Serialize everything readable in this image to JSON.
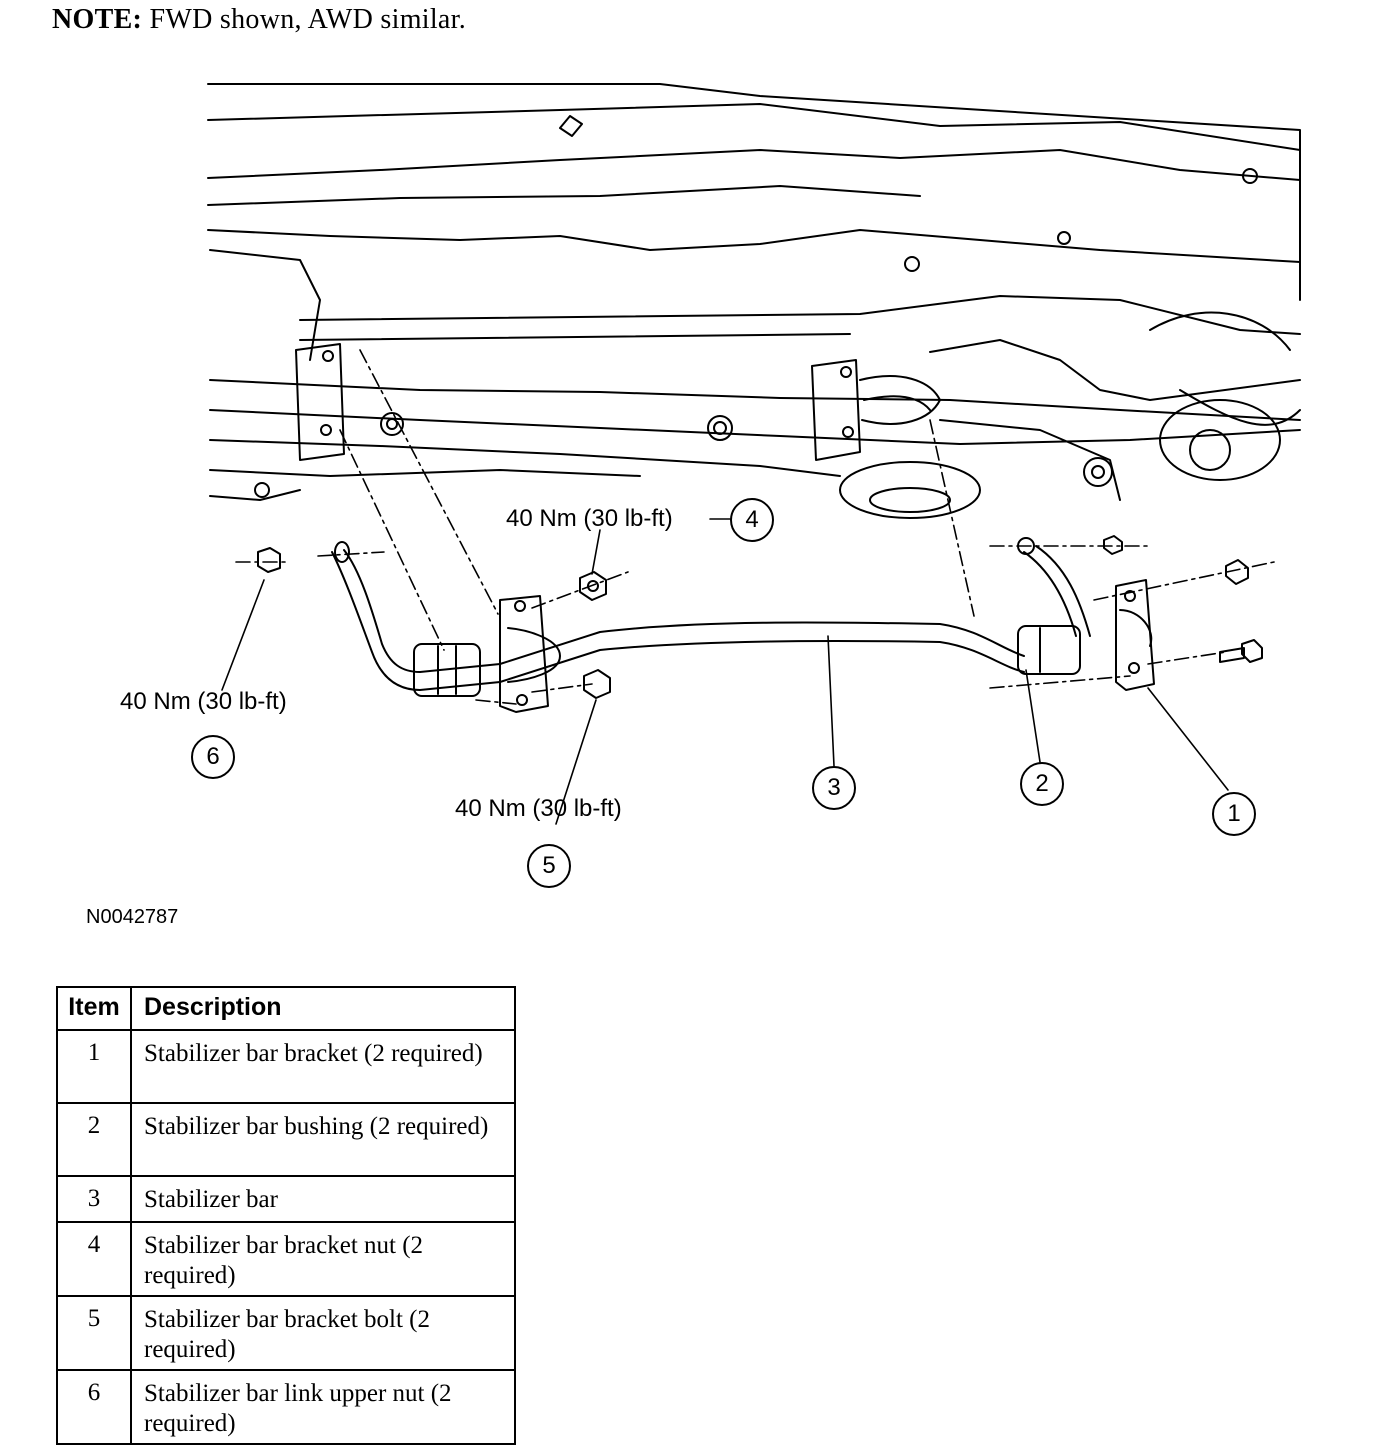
{
  "note": {
    "label": "NOTE:",
    "text": "FWD shown, AWD similar."
  },
  "figure": {
    "code": "N0042787",
    "torque_labels": [
      {
        "id": "t4",
        "text": "40 Nm (30 lb-ft)"
      },
      {
        "id": "t6",
        "text": "40 Nm (30 lb-ft)"
      },
      {
        "id": "t5",
        "text": "40 Nm (30 lb-ft)"
      }
    ],
    "callouts": [
      "1",
      "2",
      "3",
      "4",
      "5",
      "6"
    ]
  },
  "legend": {
    "headers": {
      "item": "Item",
      "description": "Description"
    },
    "rows": [
      {
        "item": "1",
        "description": "Stabilizer bar bracket (2 required)"
      },
      {
        "item": "2",
        "description": "Stabilizer bar bushing (2 required)"
      },
      {
        "item": "3",
        "description": "Stabilizer bar"
      },
      {
        "item": "4",
        "description": "Stabilizer bar bracket nut (2 required)"
      },
      {
        "item": "5",
        "description": "Stabilizer bar bracket bolt (2 required)"
      },
      {
        "item": "6",
        "description": "Stabilizer bar link upper nut (2 required)"
      }
    ]
  }
}
